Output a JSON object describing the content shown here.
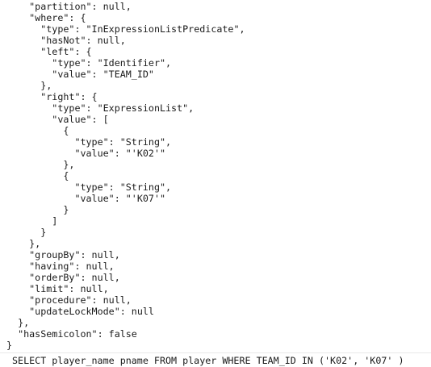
{
  "json_viewer": {
    "lines": [
      "    \"partition\": null,",
      "    \"where\": {",
      "      \"type\": \"InExpressionListPredicate\",",
      "      \"hasNot\": null,",
      "      \"left\": {",
      "        \"type\": \"Identifier\",",
      "        \"value\": \"TEAM_ID\"",
      "      },",
      "      \"right\": {",
      "        \"type\": \"ExpressionList\",",
      "        \"value\": [",
      "          {",
      "            \"type\": \"String\",",
      "            \"value\": \"'K02'\"",
      "          },",
      "          {",
      "            \"type\": \"String\",",
      "            \"value\": \"'K07'\"",
      "          }",
      "        ]",
      "      }",
      "    },",
      "    \"groupBy\": null,",
      "    \"having\": null,",
      "    \"orderBy\": null,",
      "    \"limit\": null,",
      "    \"procedure\": null,",
      "    \"updateLockMode\": null",
      "  },",
      "  \"hasSemicolon\": false",
      "}"
    ]
  },
  "sql_input": {
    "value": "SELECT player_name pname FROM player WHERE TEAM_ID IN ('K02', 'K07' )"
  }
}
